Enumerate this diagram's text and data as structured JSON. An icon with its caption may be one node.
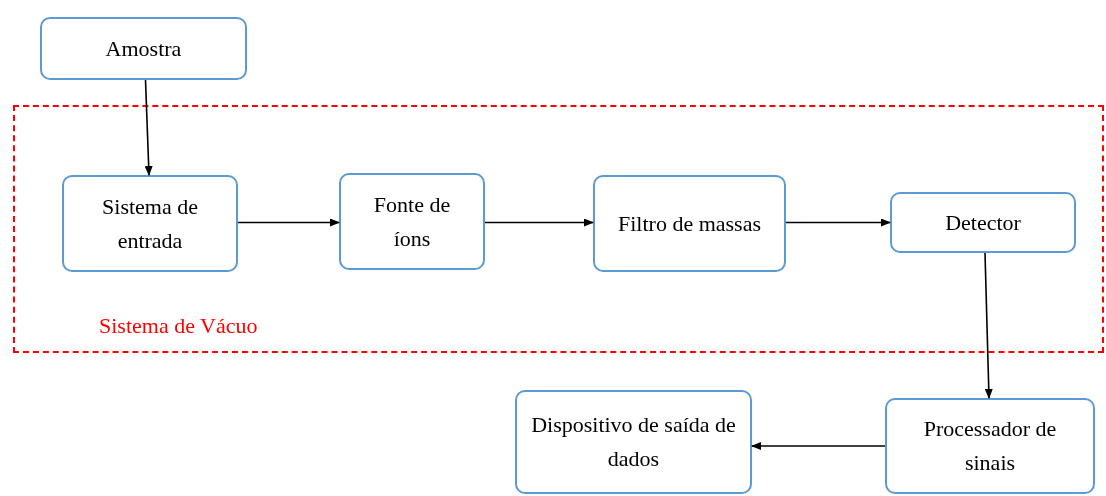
{
  "diagram": {
    "nodes": [
      {
        "text": [
          "Amostra"
        ]
      },
      {
        "text": [
          "Sistema de Vácuo"
        ]
      },
      {
        "text": [
          "Sistema de entrada"
        ],
        "in": 1
      },
      {
        "text": [
          "Fonte de íons"
        ],
        "in": 1
      },
      {
        "text": [
          "Filtro de massas"
        ],
        "in": 1
      },
      {
        "text": [
          "Detector"
        ],
        "in": 1
      },
      {
        "text": [
          "Processador de sinais"
        ]
      },
      {
        "text": [
          "Dispositivo de saída de dados"
        ]
      }
    ],
    "edges": [
      {
        "from": 0,
        "to": 2,
        "arrow": "to"
      },
      {
        "from": 2,
        "to": 3,
        "arrow": "to"
      },
      {
        "from": 3,
        "to": 4,
        "arrow": "to"
      },
      {
        "from": 4,
        "to": 5,
        "arrow": "to"
      },
      {
        "from": 5,
        "to": 6,
        "arrow": "to"
      },
      {
        "from": 6,
        "to": 7,
        "arrow": "to"
      }
    ]
  }
}
